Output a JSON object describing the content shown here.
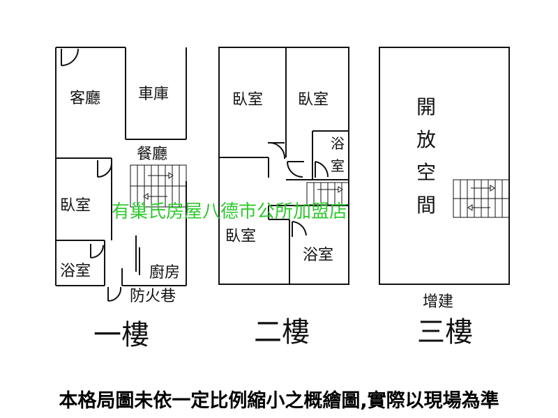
{
  "floor1": {
    "label": "一樓",
    "rooms": {
      "living": "客廳",
      "garage": "車庫",
      "dining": "餐廳",
      "bedroom": "臥室",
      "bathroom": "浴室",
      "kitchen": "廚房",
      "fire_lane": "防火巷"
    }
  },
  "floor2": {
    "label": "二樓",
    "rooms": {
      "bedroom_a": "臥室",
      "bedroom_b": "臥室",
      "bath_upper": "浴室",
      "bedroom_c": "臥室",
      "bath_lower": "浴室"
    }
  },
  "floor3": {
    "label": "三樓",
    "rooms": {
      "open_space": "開放空間",
      "addition": "增建"
    }
  },
  "watermark": "有巢氏房屋八德市公所加盟店",
  "disclaimer": "本格局圖未依一定比例縮小之概繪圖,實際以現場為準"
}
